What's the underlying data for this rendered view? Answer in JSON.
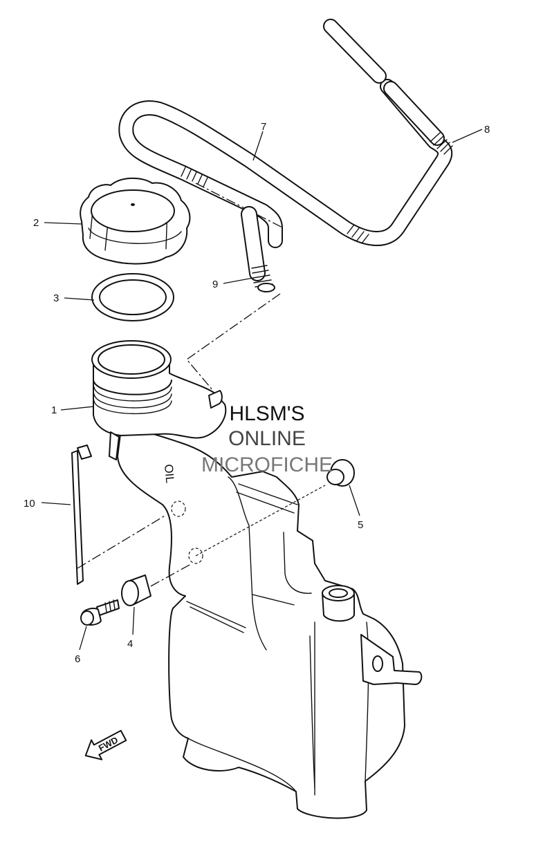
{
  "callouts": [
    {
      "id": "1",
      "label": "1"
    },
    {
      "id": "2",
      "label": "2"
    },
    {
      "id": "3",
      "label": "3"
    },
    {
      "id": "4",
      "label": "4"
    },
    {
      "id": "5",
      "label": "5"
    },
    {
      "id": "6",
      "label": "6"
    },
    {
      "id": "7",
      "label": "7"
    },
    {
      "id": "8",
      "label": "8"
    },
    {
      "id": "9",
      "label": "9"
    },
    {
      "id": "10",
      "label": "10"
    }
  ],
  "watermark": {
    "line1": "HLSM'S",
    "line2": "ONLINE",
    "line3": "MICROFICHE",
    "colors": [
      "#111111",
      "#444444",
      "#777777"
    ]
  },
  "tank_marking": "OIL",
  "direction_arrow": {
    "label": "FWD"
  }
}
